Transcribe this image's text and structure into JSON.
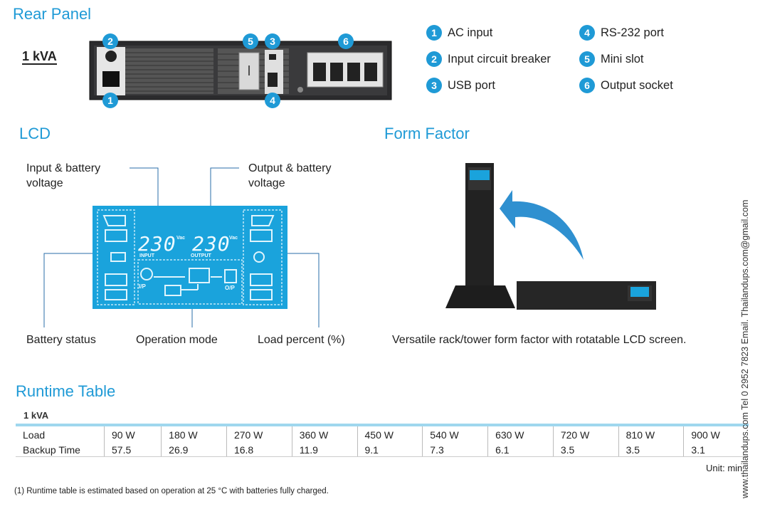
{
  "rear_panel": {
    "title": "Rear Panel",
    "model": "1 kVA",
    "legend": [
      {
        "num": "1",
        "label": "AC input"
      },
      {
        "num": "2",
        "label": "Input circuit breaker"
      },
      {
        "num": "3",
        "label": "USB port"
      },
      {
        "num": "4",
        "label": "RS-232 port"
      },
      {
        "num": "5",
        "label": "Mini slot"
      },
      {
        "num": "6",
        "label": "Output socket"
      }
    ]
  },
  "lcd": {
    "title": "LCD",
    "callouts": {
      "input_battery": "Input & battery voltage",
      "output_battery": "Output & battery voltage",
      "battery_status": "Battery status",
      "operation_mode": "Operation mode",
      "load_percent": "Load percent (%)"
    },
    "display": {
      "input_value": "230",
      "output_value": "230",
      "unit": "Vac",
      "input_label": "INPUT",
      "output_label": "OUTPUT",
      "ip_label": "I/P",
      "op_label": "O/P"
    }
  },
  "form_factor": {
    "title": "Form Factor",
    "caption": "Versatile rack/tower form factor with rotatable LCD screen."
  },
  "runtime": {
    "title": "Runtime Table",
    "model": "1 kVA",
    "rows": [
      {
        "label": "Load",
        "values": [
          "90 W",
          "180 W",
          "270 W",
          "360 W",
          "450 W",
          "540 W",
          "630 W",
          "720 W",
          "810 W",
          "900 W"
        ]
      },
      {
        "label": "Backup Time",
        "values": [
          "57.5",
          "26.9",
          "16.8",
          "11.9",
          "9.1",
          "7.3",
          "6.1",
          "3.5",
          "3.5",
          "3.1"
        ]
      }
    ],
    "unit": "Unit: min",
    "footnote": "(1)  Runtime table is estimated based on operation at 25 °C with batteries fully charged."
  },
  "side_contact": "www.thailandups.com   Tel 0 2952 7823   Email. Thailandups.com@gmail.com",
  "colors": {
    "accent": "#1f9ad6",
    "lcd_blue": "#1aa3dc",
    "table_rule": "#9fd7ee"
  }
}
